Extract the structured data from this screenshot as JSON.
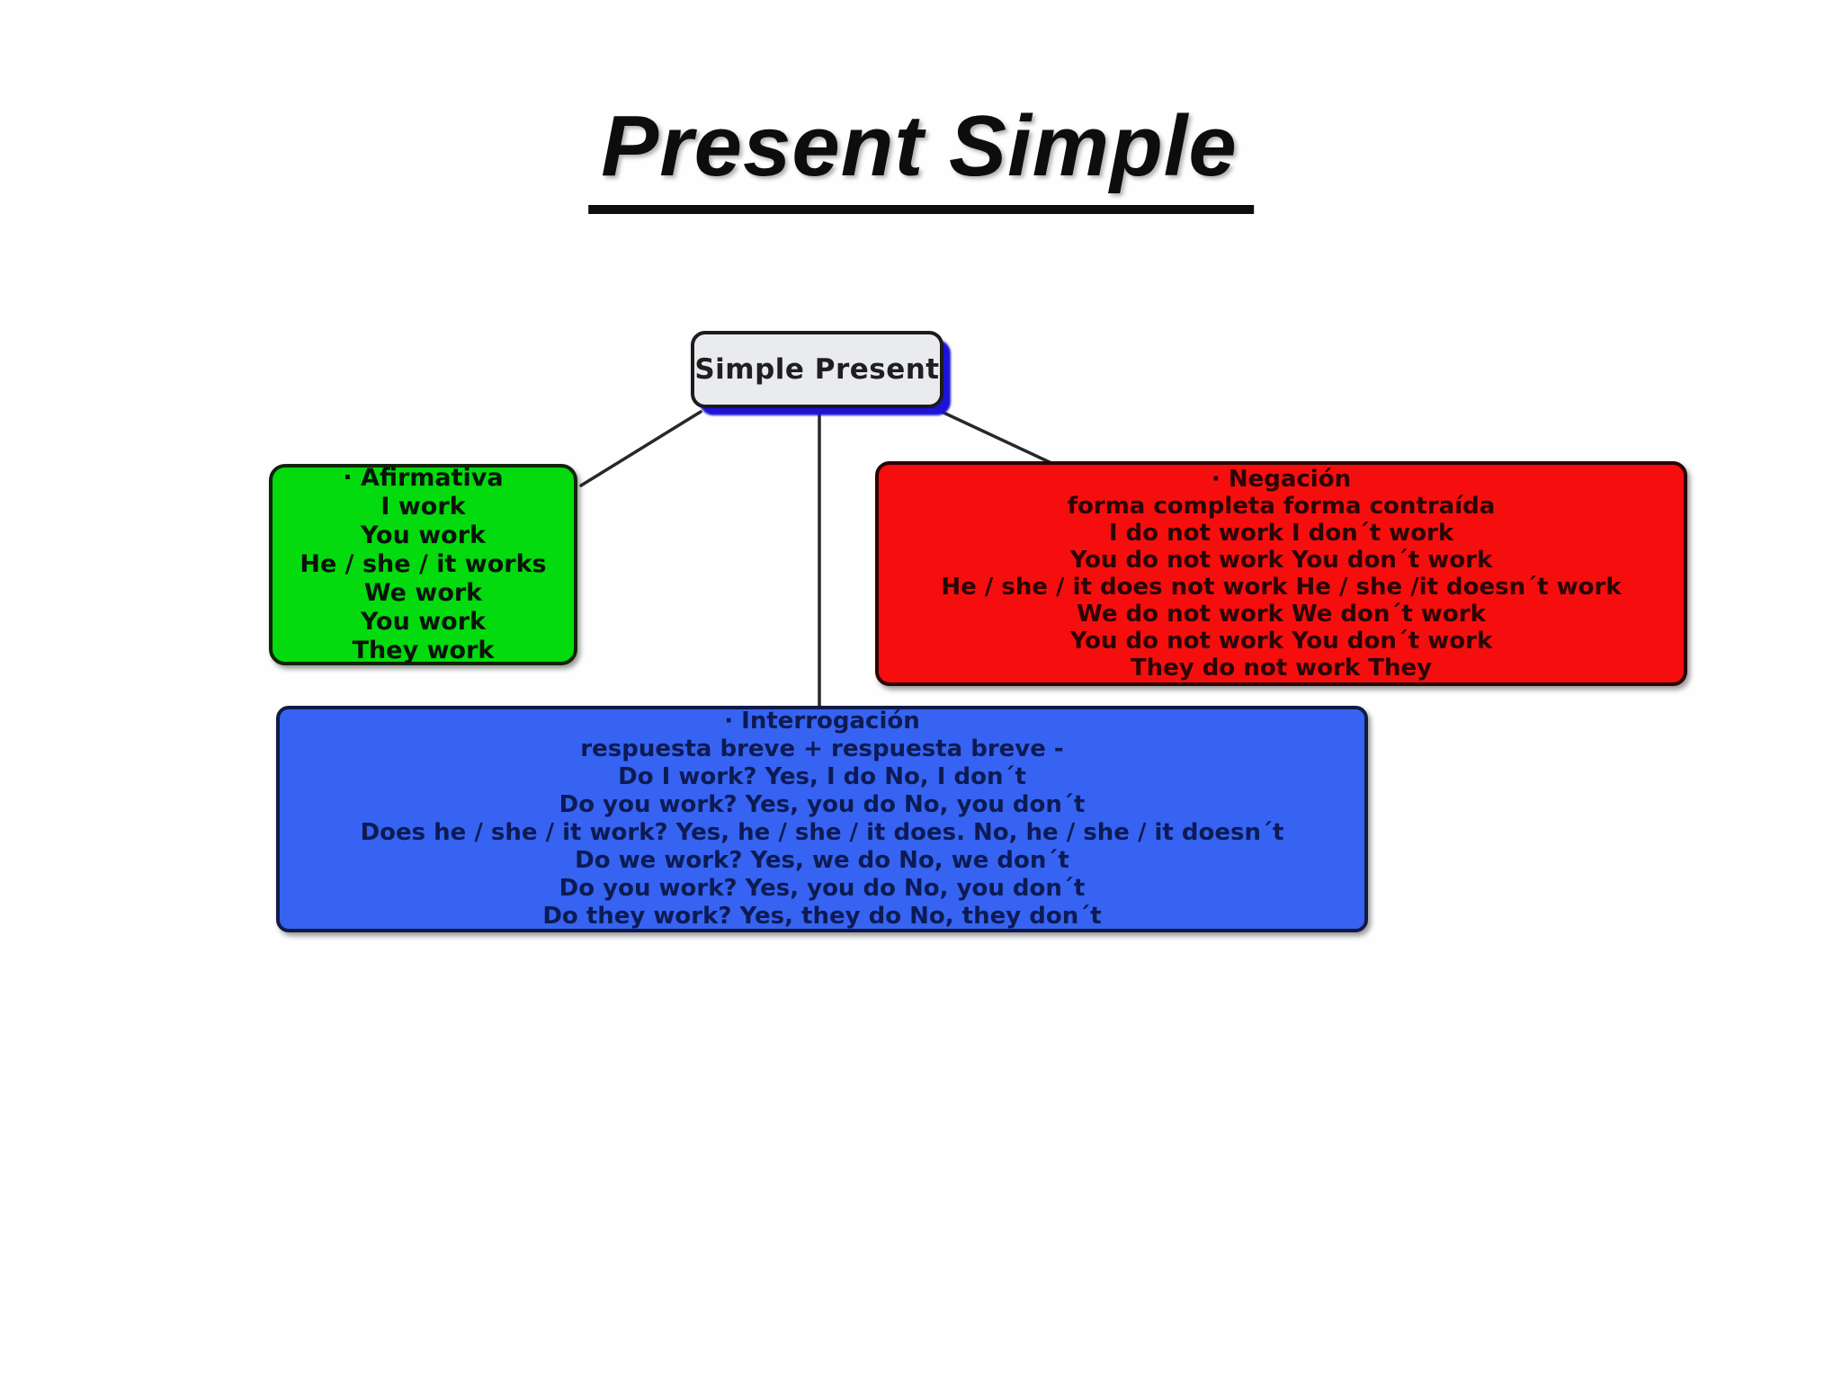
{
  "title": "Present Simple",
  "root": {
    "label": "Simple Present"
  },
  "affirmative": {
    "lines": [
      "· Afirmativa",
      "I work",
      "You work",
      "He / she / it works",
      "We work",
      "You work",
      "They work"
    ]
  },
  "negation": {
    "lines": [
      "· Negación",
      "forma completa forma contraída",
      "I do not work I don´t work",
      "You do not work You don´t work",
      "He / she / it does not work He / she /it doesn´t work",
      "We do not work We don´t work",
      "You do not work You don´t work",
      "They do not work They"
    ]
  },
  "interrogative": {
    "lines": [
      "· Interrogación",
      "respuesta breve + respuesta breve -",
      "Do I work? Yes, I do No, I don´t",
      "Do you work? Yes, you do No, you don´t",
      "Does he / she / it work? Yes, he / she / it does. No, he / she / it doesn´t",
      "Do we work? Yes, we do No, we don´t",
      "Do you work? Yes, you do No, you don´t",
      "Do they work? Yes, they do No, they don´t"
    ]
  },
  "colors": {
    "affirmative_fill": "#04db0e",
    "negation_fill": "#f60e0e",
    "interrogative_fill": "#3663f2",
    "root_fill": "#e9ebef",
    "root_shadow": "#1c13d6",
    "connector": "#282828",
    "title_text": "#0d0d0d"
  }
}
